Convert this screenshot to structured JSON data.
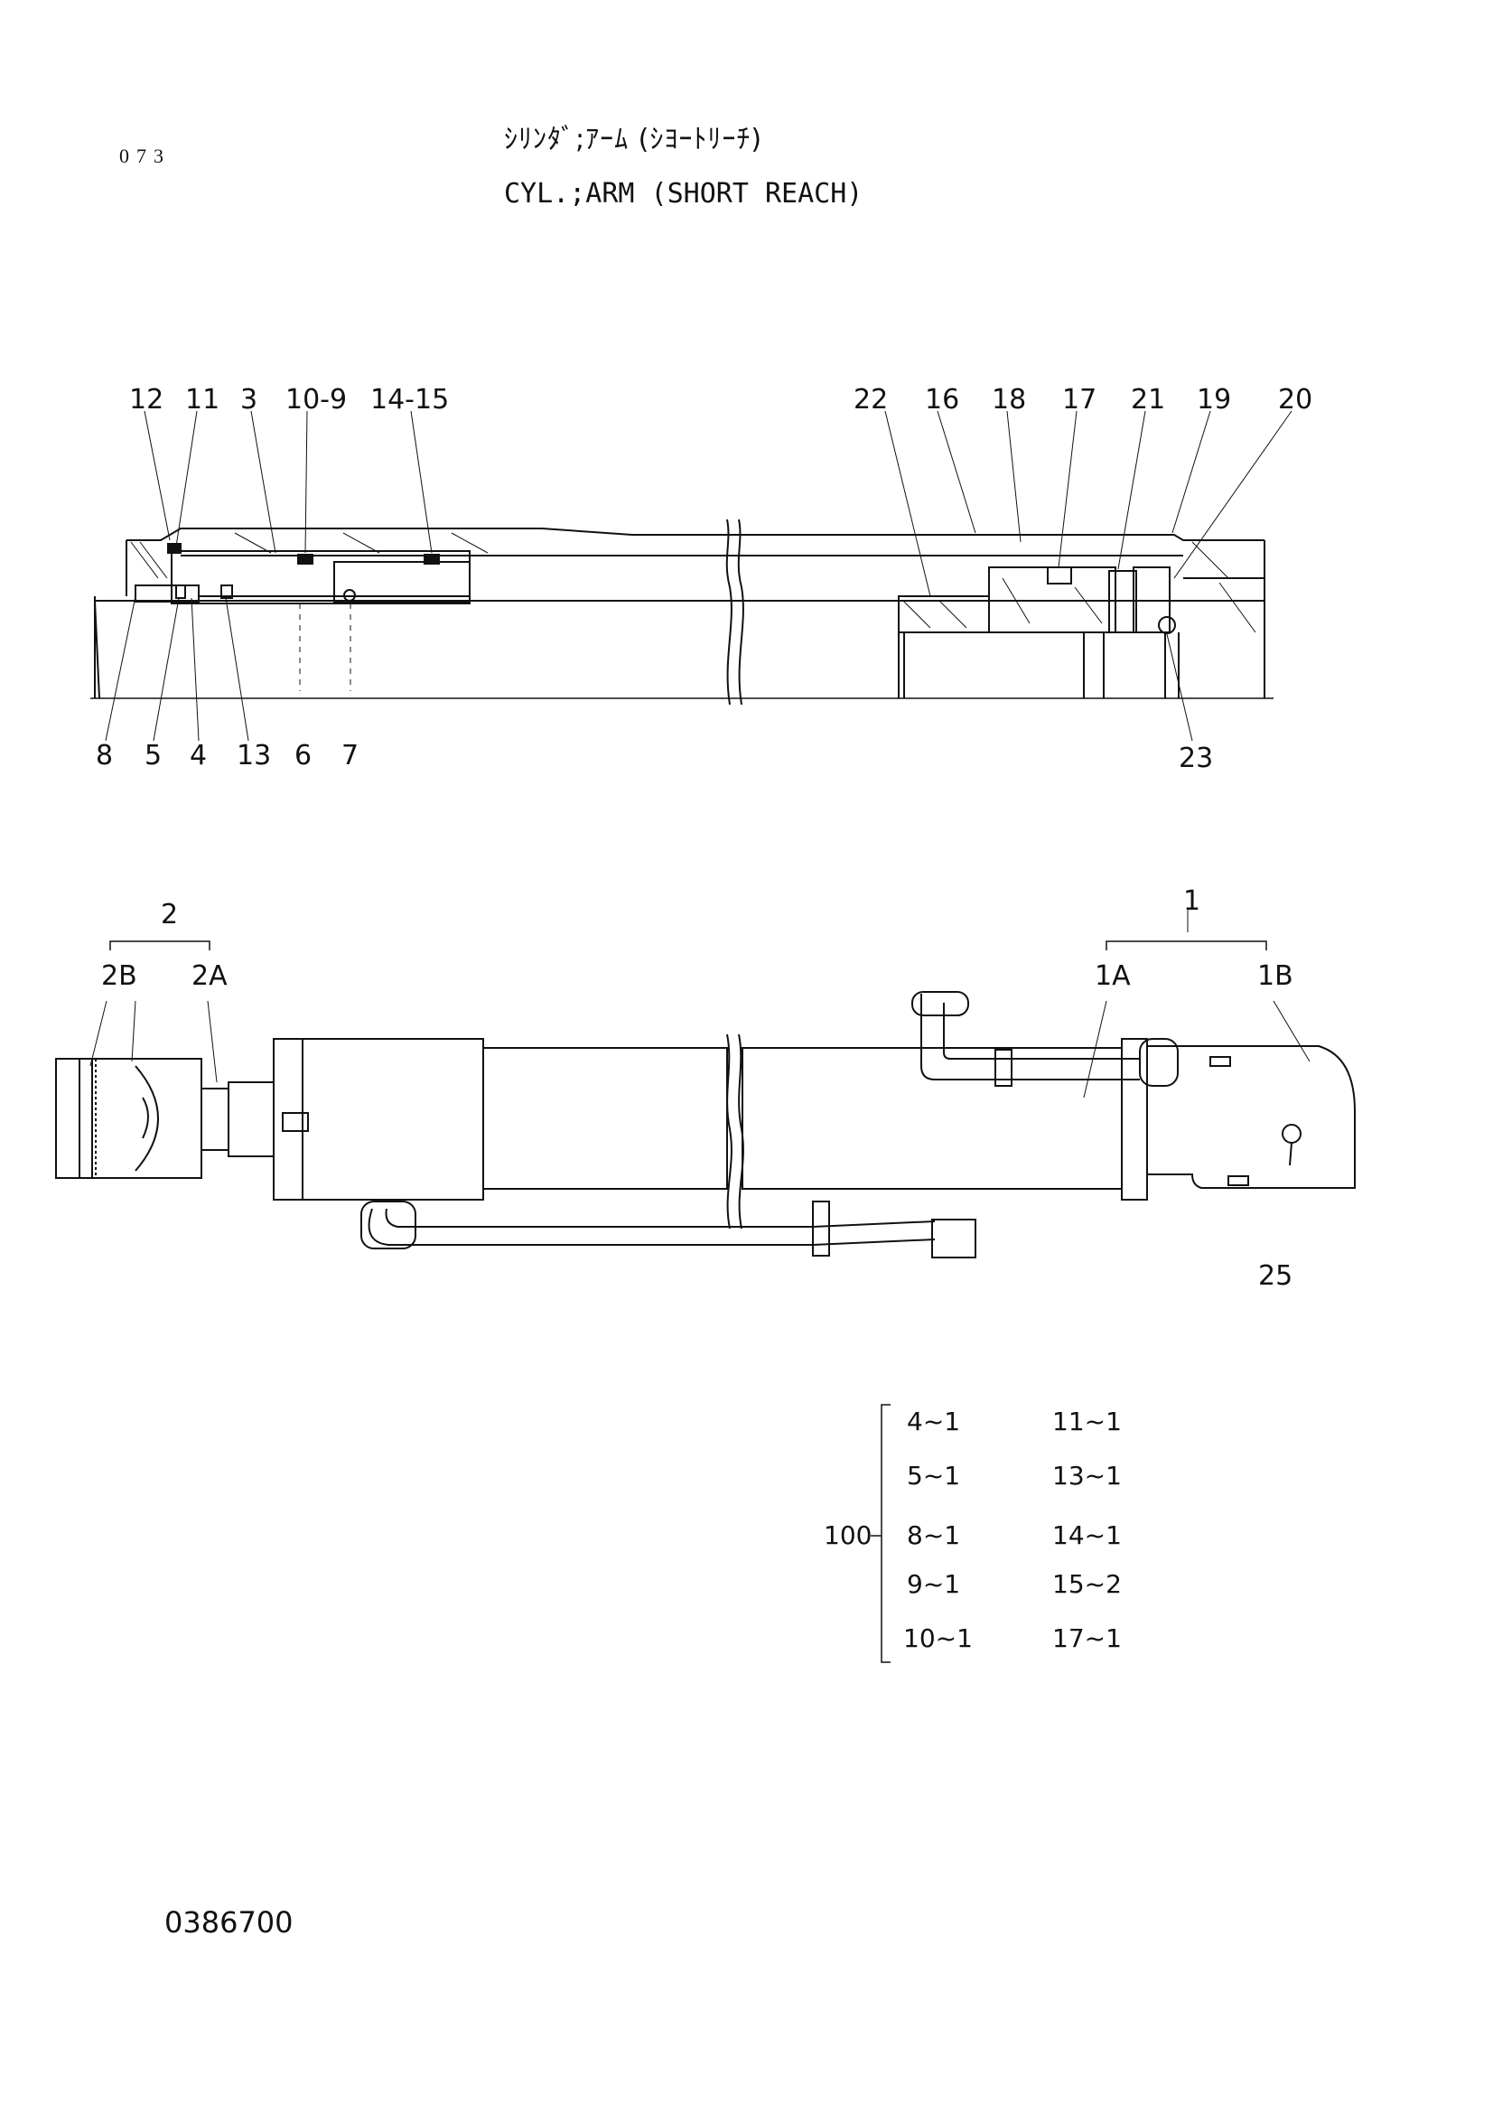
{
  "header": {
    "page_number": "073",
    "title_jp": "ｼﾘﾝﾀﾞ;ｱｰﾑ (ｼﾖｰﾄﾘｰﾁ)",
    "title_en": "CYL.;ARM (SHORT REACH)"
  },
  "section_view": {
    "top_labels": [
      "12",
      "11",
      "3",
      "10-9",
      "14-15",
      "22",
      "16",
      "18",
      "17",
      "21",
      "19",
      "20"
    ],
    "bottom_labels": [
      "8",
      "5",
      "4",
      "13",
      "6",
      "7",
      "23"
    ]
  },
  "assembly_view": {
    "group_2": "2",
    "label_2b": "2B",
    "label_2a": "2A",
    "group_1": "1",
    "label_1a": "1A",
    "label_1b": "1B",
    "label_25": "25"
  },
  "seal_kit": {
    "kit_number": "100",
    "left_column": [
      "4~1",
      "5~1",
      "8~1",
      "9~1",
      "10~1"
    ],
    "right_column": [
      "11~1",
      "13~1",
      "14~1",
      "15~2",
      "17~1"
    ]
  },
  "footer": {
    "doc_id": "0386700"
  }
}
